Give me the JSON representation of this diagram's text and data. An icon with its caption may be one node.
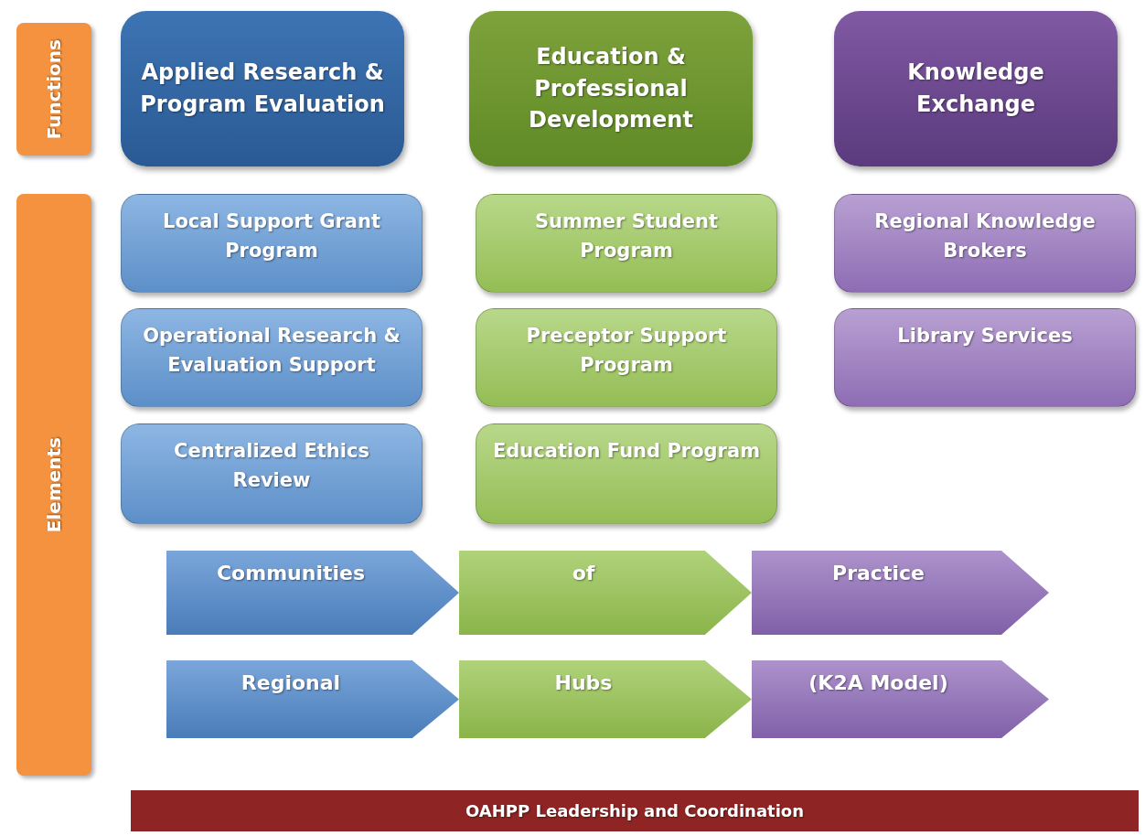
{
  "diagram": {
    "nodes": [
      {
        "text": [
          "Functions"
        ]
      },
      {
        "text": [
          "Applied Research & Program Evaluation"
        ]
      },
      {
        "text": [
          "Education & Professional Development"
        ]
      },
      {
        "text": [
          "Knowledge Exchange"
        ]
      },
      {
        "text": [
          "Elements"
        ]
      },
      {
        "text": [
          "Local Support Grant Program"
        ]
      },
      {
        "text": [
          "Summer Student Program"
        ]
      },
      {
        "text": [
          "Regional Knowledge Brokers"
        ]
      },
      {
        "text": [
          "Operational Research & Evaluation Support"
        ]
      },
      {
        "text": [
          "Preceptor Support Program"
        ]
      },
      {
        "text": [
          "Library Services"
        ]
      },
      {
        "text": [
          "Centralized Ethics Review"
        ]
      },
      {
        "text": [
          "Education Fund Program"
        ]
      },
      {
        "text": [
          "Communities"
        ]
      },
      {
        "text": [
          "of"
        ]
      },
      {
        "text": [
          "Practice"
        ]
      },
      {
        "text": [
          "Regional"
        ]
      },
      {
        "text": [
          "Hubs"
        ]
      },
      {
        "text": [
          "(K2A Model)"
        ]
      },
      {
        "text": [
          "OAHPP Leadership and Coordination"
        ]
      }
    ],
    "edges": []
  }
}
